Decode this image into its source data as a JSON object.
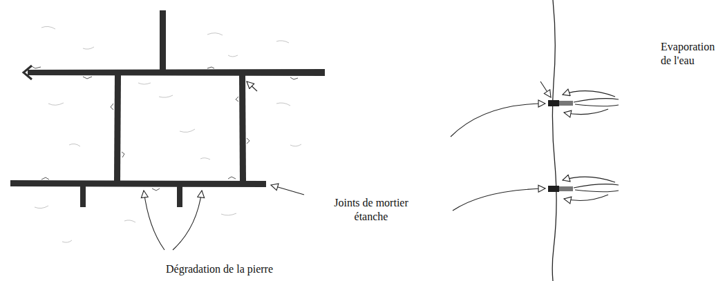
{
  "diagram": {
    "labels": [
      "Dégradation de la pierre",
      "Joints de mortier étanche",
      "Evaporation de l'eau"
    ]
  }
}
